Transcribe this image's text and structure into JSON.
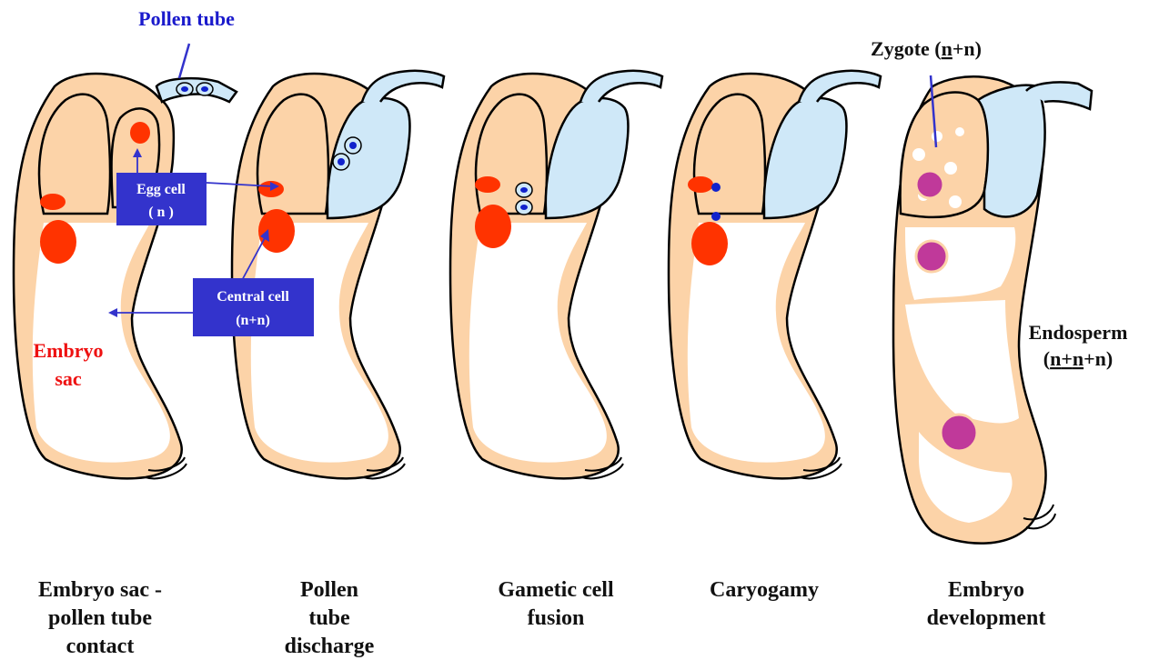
{
  "labels": {
    "pollen_tube": "Pollen tube",
    "egg_cell_line1": "Egg cell",
    "egg_cell_line2": "( n )",
    "central_cell_line1": "Central cell",
    "central_cell_line2": "(n+n)",
    "embryo_sac_line1": "Embryo",
    "embryo_sac_line2": "sac",
    "zygote_prefix": "Zygote (",
    "zygote_underlined": "n",
    "zygote_suffix": "+n)",
    "endosperm_line1": "Endosperm",
    "endosperm_part1": "n",
    "endosperm_plus1": "+",
    "endosperm_part2": "n",
    "endosperm_suffix": "+n)",
    "endosperm_open": "("
  },
  "stages": [
    {
      "lines": [
        "Embryo sac -",
        "pollen tube",
        "contact"
      ]
    },
    {
      "lines": [
        "Pollen",
        "tube",
        "discharge"
      ]
    },
    {
      "lines": [
        "Gametic cell",
        "fusion"
      ]
    },
    {
      "lines": [
        "Caryogamy"
      ]
    },
    {
      "lines": [
        "Embryo",
        "development"
      ]
    }
  ],
  "colors": {
    "cytoplasm": "#fcd3a8",
    "cell_interior": "#ffffff",
    "outline": "#000000",
    "pollen_tube_fill": "#cfe8f8",
    "nucleus_red": "#ff3300",
    "sperm_blue": "#1122cc",
    "label_box": "#3333cc",
    "label_box_text": "#ffffff",
    "embryo_sac_text": "#ee1111",
    "pollen_tube_text": "#1a1acc",
    "zygote_nucleus": "#c0399a"
  }
}
